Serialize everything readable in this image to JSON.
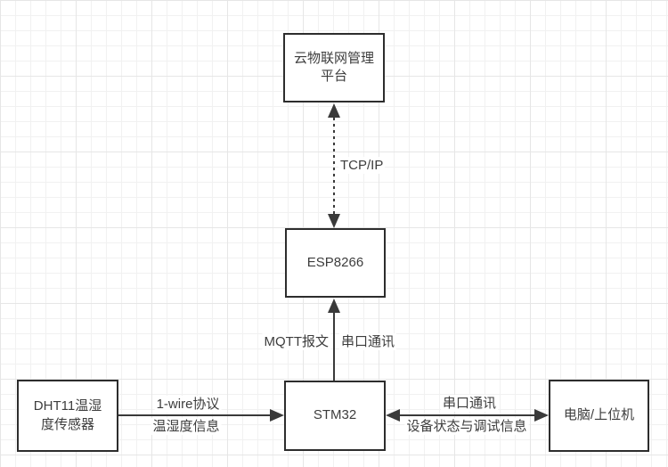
{
  "diagram": {
    "nodes": {
      "cloud_platform": {
        "label": "云物联网管理平台"
      },
      "esp8266": {
        "label": "ESP8266"
      },
      "stm32": {
        "label": "STM32"
      },
      "dht11_sensor": {
        "label": "DHT11温湿度传感器"
      },
      "pc_host": {
        "label": "电脑/上位机"
      }
    },
    "edges": {
      "cloud_esp": {
        "label": "TCP/IP",
        "line_style": "dotted",
        "direction": "bidirectional"
      },
      "esp_stm32": {
        "label_left": "MQTT报文",
        "label_right": "串口通讯",
        "line_style": "solid",
        "direction": "stm32-to-esp8266"
      },
      "dht11_stm32": {
        "label_top": "1-wire协议",
        "label_bottom": "温湿度信息",
        "line_style": "solid",
        "direction": "dht11-to-stm32"
      },
      "stm32_pc": {
        "label_top": "串口通讯",
        "label_bottom": "设备状态与调试信息",
        "line_style": "solid",
        "direction": "bidirectional"
      }
    },
    "colors": {
      "line": "#3a3a3a",
      "node_border": "#2d2d2d",
      "node_fill": "#ffffff",
      "text": "#3d3d3d",
      "grid_minor": "#f1f1f1",
      "grid_major": "#e6e6e6",
      "background": "#ffffff"
    }
  }
}
